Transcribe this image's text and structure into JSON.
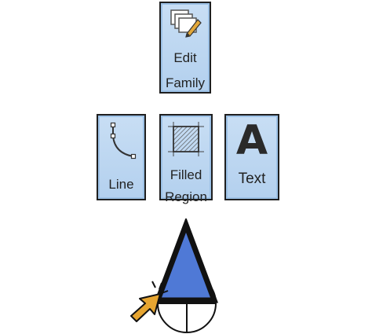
{
  "ribbon": {
    "edit_family": {
      "line1": "Edit",
      "line2": "Family",
      "icon": "edit-family-icon"
    },
    "line": {
      "label": "Line",
      "icon": "line-icon"
    },
    "filled_region": {
      "line1": "Filled",
      "line2": "Region",
      "icon": "filled-region-icon"
    },
    "text": {
      "label": "Text",
      "glyph": "A",
      "icon": "text-icon"
    }
  },
  "colors": {
    "button_fill": "#b9d5f1",
    "button_border": "#1f1f1f",
    "symbol_fill": "#4f79d6",
    "cursor_fill": "#e6a531"
  }
}
